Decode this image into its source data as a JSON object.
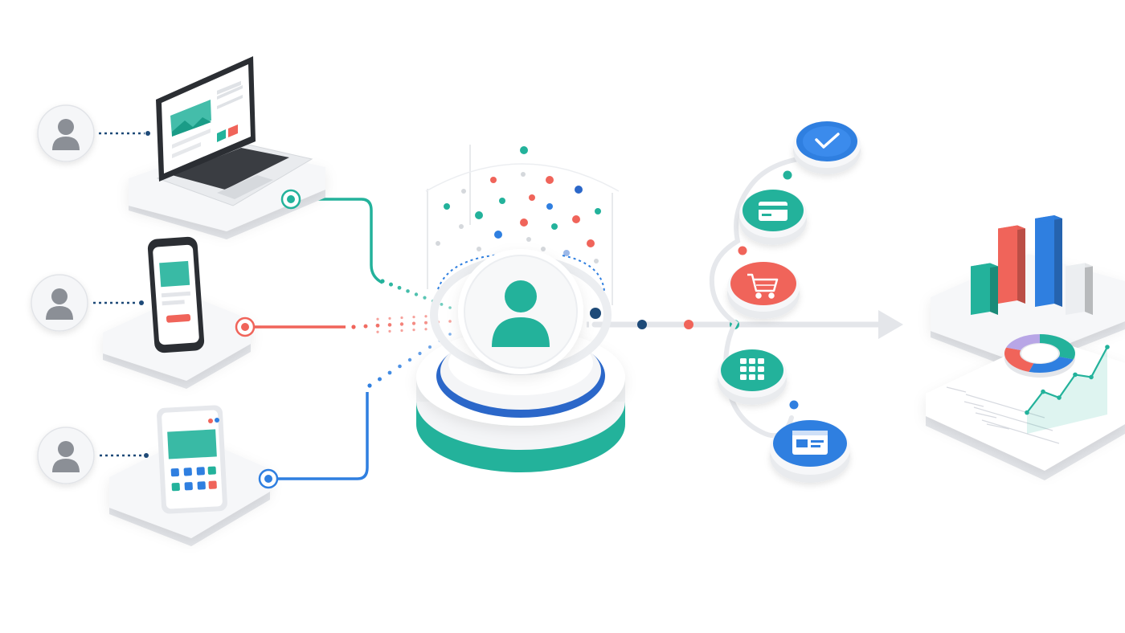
{
  "palette": {
    "teal": "#23b29b",
    "teal_dark": "#1a9c87",
    "coral": "#f0645a",
    "blue": "#2f7fe0",
    "blue_dark": "#2b67c9",
    "navy": "#1e4a78",
    "gray_icon": "#8b8f96",
    "platform": "#f4f5f7",
    "platform_side": "#e3e5e9",
    "line_gray": "#e4e6ea"
  },
  "sources": [
    {
      "device": "laptop",
      "user_icon": "user-icon",
      "accent": "#23b29b"
    },
    {
      "device": "smartphone",
      "user_icon": "user-icon",
      "accent": "#f0645a"
    },
    {
      "device": "tablet",
      "user_icon": "user-icon",
      "accent": "#2f7fe0"
    }
  ],
  "hub": {
    "icon": "user-profile-icon",
    "accent": "#23b29b"
  },
  "actions": [
    {
      "icon": "checkmark-icon",
      "color": "#2f7fe0"
    },
    {
      "icon": "credit-card-icon",
      "color": "#23b29b"
    },
    {
      "icon": "shopping-cart-icon",
      "color": "#f0645a"
    },
    {
      "icon": "grid-apps-icon",
      "color": "#23b29b"
    },
    {
      "icon": "browser-window-icon",
      "color": "#2f7fe0"
    }
  ],
  "dashboard": {
    "bars": [
      {
        "value": 0.55,
        "color": "#23b29b"
      },
      {
        "value": 0.85,
        "color": "#f0645a"
      },
      {
        "value": 1.0,
        "color": "#2f7fe0"
      },
      {
        "value": 0.55,
        "color": "#eceef1"
      }
    ],
    "donut": [
      {
        "value": 0.3,
        "color": "#23b29b"
      },
      {
        "value": 0.25,
        "color": "#2f7fe0"
      },
      {
        "value": 0.25,
        "color": "#f0645a"
      },
      {
        "value": 0.2,
        "color": "#b8a6e6"
      }
    ],
    "trend": [
      0.3,
      0.55,
      0.42,
      0.7,
      0.62,
      1.0
    ]
  }
}
